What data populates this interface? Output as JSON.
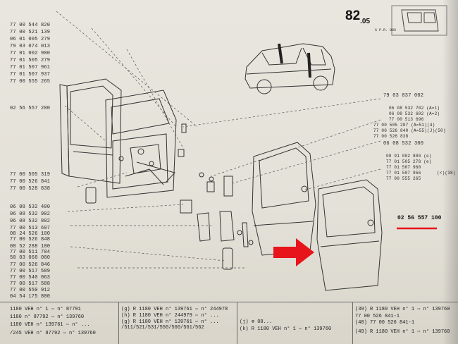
{
  "page_header": {
    "number": "82",
    "suffix": ".05",
    "sub": "G    P.R. 880"
  },
  "left_parts": [
    "77 00 544 820",
    "77 00 521 139",
    "06 01 005 279",
    "79 03 074 013",
    "77 01 002 900",
    "77 01 505 279",
    "77 01 507 961",
    "77 01 507 937",
    "77 00 555 265",
    "02 56 557 200",
    "77 00 505 319",
    "77 00 526 841",
    "77 00 528 838",
    "06 08 532 400",
    "06 08 532 902",
    "06 08 532 802",
    "77 00 513 697",
    "08 24 526 100",
    "77 00 526 848",
    "08 52 288 100",
    "77 00 511 704",
    "50 03 068 000",
    "77 00 526 846",
    "77 00 517 589",
    "77 00 540 063",
    "77 00 517 588",
    "77 00 550 912",
    "04 54 175 800"
  ],
  "right_parts": {
    "top": "79 03 037 002",
    "group1": [
      "06 08 532 702 (A=1)",
      "06 08 532 602 (A=2)",
      "77 00 513 696"
    ],
    "group2": [
      "77 00 505 287 (A=51)(4)",
      "77 00 526 840 (A=55)(J)(50)",
      "77 00 526 838"
    ],
    "single": "06 08 532 300",
    "group3": [
      "09 91 002 800 (e)",
      "77 01 505 278 (e)",
      "77 01 507 960",
      "77 01 507 956",
      "77 00 555 265"
    ],
    "group3_note": "(<)(38)"
  },
  "main_part": "02 56 557 100",
  "bottom_table": {
    "col1": [
      "1180 VEH n° 1  ⇨  n° 87791",
      "1180 n° 87792  ⇨  n° 139760",
      "1180 VEH n° 139761  ⇨  n° ...",
      "   /245 VEH n° 87792  ⇨  n° 139760"
    ],
    "col2": [
      "(g) R 1180 VEH n° 139761  ⇨  n° 244978",
      "(h) R 1180 VEH n° 244979  ⇨  n° ...",
      "(g) R 1180 VEH n° 139761  ⇨  n° ...",
      "   /511/521/531/550/560/561/562",
      "(j) ⊕ 08...",
      "(k) R 1180 VEH n° 1  ⇨  n° 139760"
    ],
    "col3": [
      "(39) R 1180 VEH n° 1  ⇨  n° 139760",
      "      77 00 526 841-1",
      "(40)  77 00 526 841-1",
      "(49) R 1180 VEH n° 1  ⇨  n° 139760"
    ]
  },
  "colors": {
    "paper": "#e6e3da",
    "ink": "#2a2a2a",
    "arrow": "#e8141b",
    "underline": "#e8141b"
  }
}
